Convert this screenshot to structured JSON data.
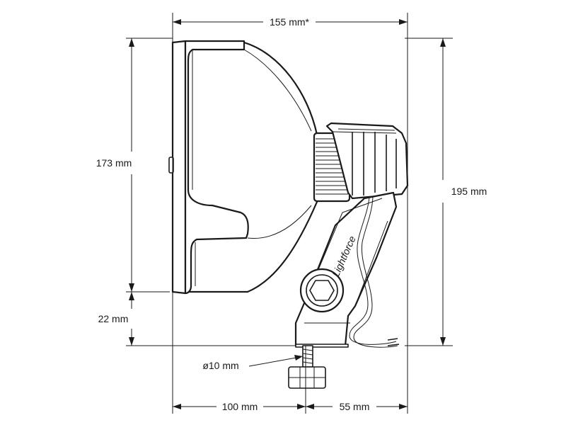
{
  "dimensions": {
    "overall_width": "155 mm*",
    "lamp_height": "173 mm",
    "overall_height": "195 mm",
    "base_height": "22 mm",
    "bolt_diameter": "ø10 mm",
    "front_to_bolt": "100 mm",
    "bolt_to_rear": "55 mm"
  },
  "bracket": {
    "brand_script": "Lightforce"
  },
  "colors": {
    "line": "#1a1a1a",
    "background": "#ffffff"
  }
}
